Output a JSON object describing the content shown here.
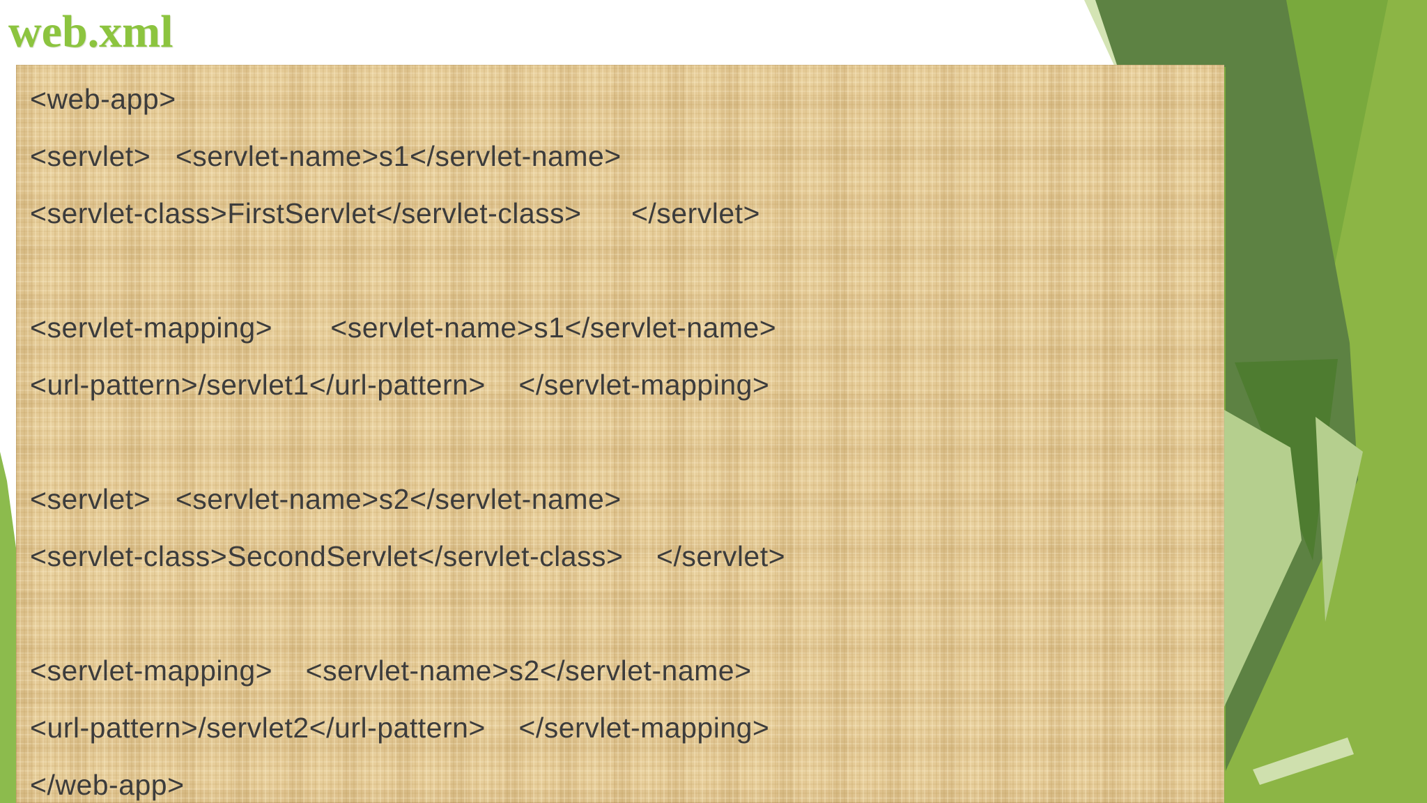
{
  "slide": {
    "title": "web.xml",
    "code_lines": [
      "<web-app>",
      "<servlet>   <servlet-name>s1</servlet-name>",
      "<servlet-class>FirstServlet</servlet-class>      </servlet>",
      "",
      "<servlet-mapping>       <servlet-name>s1</servlet-name>",
      "<url-pattern>/servlet1</url-pattern>    </servlet-mapping>",
      "",
      "<servlet>   <servlet-name>s2</servlet-name>",
      "<servlet-class>SecondServlet</servlet-class>    </servlet>",
      "",
      "<servlet-mapping>    <servlet-name>s2</servlet-name>",
      "<url-pattern>/servlet2</url-pattern>    </servlet-mapping>",
      "</web-app>"
    ],
    "colors": {
      "title_green": "#8cc43f",
      "code_text": "#3c3c3c",
      "panel_burlap": "#e4ca96",
      "decoration_dark_olive": "#5d8243",
      "decoration_medium_green": "#79a93d",
      "decoration_bright_green": "#8cb545",
      "decoration_forest_green": "#4e7c30",
      "decoration_light_sage": "#b5cf8e",
      "decoration_pale_green": "#d4e4b4",
      "left_accent_green": "#8cbb4d",
      "background": "#ffffff"
    }
  }
}
